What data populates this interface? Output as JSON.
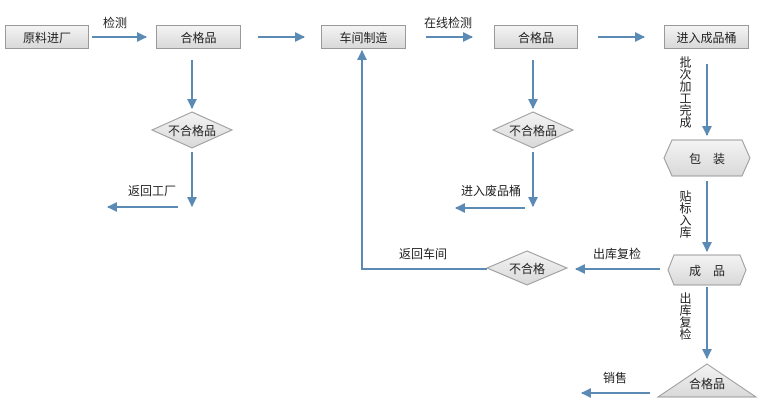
{
  "nodes": {
    "raw_material": "原料进厂",
    "qualified_1": "合格品",
    "workshop": "车间制造",
    "qualified_2": "合格品",
    "finished_bin": "进入成品桶",
    "unqualified_1": "不合格品",
    "unqualified_2": "不合格品",
    "packaging": "包　装",
    "finished_goods": "成　品",
    "unqualified_3": "不合格",
    "qualified_3": "合格品"
  },
  "edges": {
    "inspect": "检测",
    "online_inspect": "在线检测",
    "return_factory": "返回工厂",
    "to_waste_bin": "进入废品桶",
    "batch_done": "批次加工完成",
    "label_store": "贴标入库",
    "recheck_1": "出库复检",
    "recheck_2": "出库复检",
    "return_workshop": "返回车间",
    "sales": "销售"
  },
  "colors": {
    "arrow": "#5b8ab5",
    "box_border": "#9a9a9a",
    "box_fill_top": "#f4f4f4",
    "box_fill_bottom": "#d9d9d9"
  }
}
